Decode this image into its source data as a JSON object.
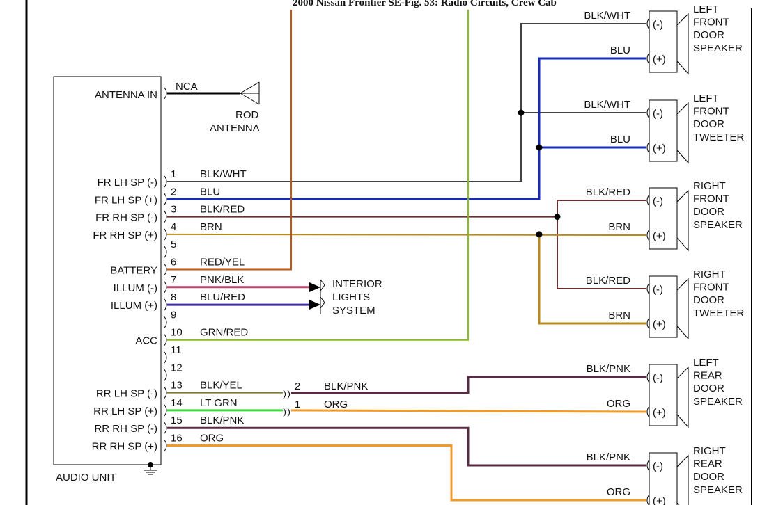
{
  "title": "2000 Nissan Frontier SE-Fig. 53: Radio Circuits, Crew Cab",
  "audio_unit": {
    "label": "AUDIO UNIT",
    "antenna_in": "ANTENNA IN",
    "nca": "NCA",
    "rod_antenna": [
      "ROD",
      "ANTENNA"
    ]
  },
  "pins": [
    {
      "num": "1",
      "label": "FR LH SP (-)",
      "wire": "BLK/WHT",
      "color": "#444444"
    },
    {
      "num": "2",
      "label": "FR LH SP (+)",
      "wire": "BLU",
      "color": "#1a2ab8"
    },
    {
      "num": "3",
      "label": "FR RH SP (-)",
      "wire": "BLK/RED",
      "color": "#6b2d2d"
    },
    {
      "num": "4",
      "label": "FR RH SP (+)",
      "wire": "BRN",
      "color": "#b88a1a"
    },
    {
      "num": "5",
      "label": "",
      "wire": "",
      "color": ""
    },
    {
      "num": "6",
      "label": "BATTERY",
      "wire": "RED/YEL",
      "color": "#c2560d"
    },
    {
      "num": "7",
      "label": "ILLUM (-)",
      "wire": "PNK/BLK",
      "color": "#b8446a"
    },
    {
      "num": "8",
      "label": "ILLUM (+)",
      "wire": "BLU/RED",
      "color": "#3a2a9a"
    },
    {
      "num": "9",
      "label": "",
      "wire": "",
      "color": ""
    },
    {
      "num": "10",
      "label": "ACC",
      "wire": "GRN/RED",
      "color": "#8abb22"
    },
    {
      "num": "11",
      "label": "",
      "wire": "",
      "color": ""
    },
    {
      "num": "12",
      "label": "",
      "wire": "",
      "color": ""
    },
    {
      "num": "13",
      "label": "RR LH SP (-)",
      "wire": "BLK/YEL",
      "color": "#7a7a33"
    },
    {
      "num": "14",
      "label": "RR LH SP (+)",
      "wire": "LT GRN",
      "color": "#3ddc3d"
    },
    {
      "num": "15",
      "label": "RR RH SP (-)",
      "wire": "BLK/PNK",
      "color": "#5a2a44"
    },
    {
      "num": "16",
      "label": "RR RH SP (+)",
      "wire": "ORG",
      "color": "#f09a2a"
    }
  ],
  "interior_lights": [
    "INTERIOR",
    "LIGHTS",
    "SYSTEM"
  ],
  "rear_connector": {
    "pins": [
      {
        "num": "2",
        "wire": "BLK/PNK"
      },
      {
        "num": "1",
        "wire": "ORG"
      }
    ]
  },
  "speakers": [
    {
      "name": [
        "LEFT",
        "FRONT",
        "DOOR",
        "SPEAKER"
      ],
      "neg_wire": "BLK/WHT",
      "pos_wire": "BLU"
    },
    {
      "name": [
        "LEFT",
        "FRONT",
        "DOOR",
        "TWEETER"
      ],
      "neg_wire": "BLK/WHT",
      "pos_wire": "BLU"
    },
    {
      "name": [
        "RIGHT",
        "FRONT",
        "DOOR",
        "SPEAKER"
      ],
      "neg_wire": "BLK/RED",
      "pos_wire": "BRN"
    },
    {
      "name": [
        "RIGHT",
        "FRONT",
        "DOOR",
        "TWEETER"
      ],
      "neg_wire": "BLK/RED",
      "pos_wire": "BRN"
    },
    {
      "name": [
        "LEFT",
        "REAR",
        "DOOR",
        "SPEAKER"
      ],
      "neg_wire": "BLK/PNK",
      "pos_wire": "ORG"
    },
    {
      "name": [
        "RIGHT",
        "REAR",
        "DOOR",
        "SPEAKER"
      ],
      "neg_wire": "BLK/PNK",
      "pos_wire": "ORG"
    }
  ],
  "terminal_labels": {
    "neg": "(-)",
    "pos": "(+)"
  }
}
